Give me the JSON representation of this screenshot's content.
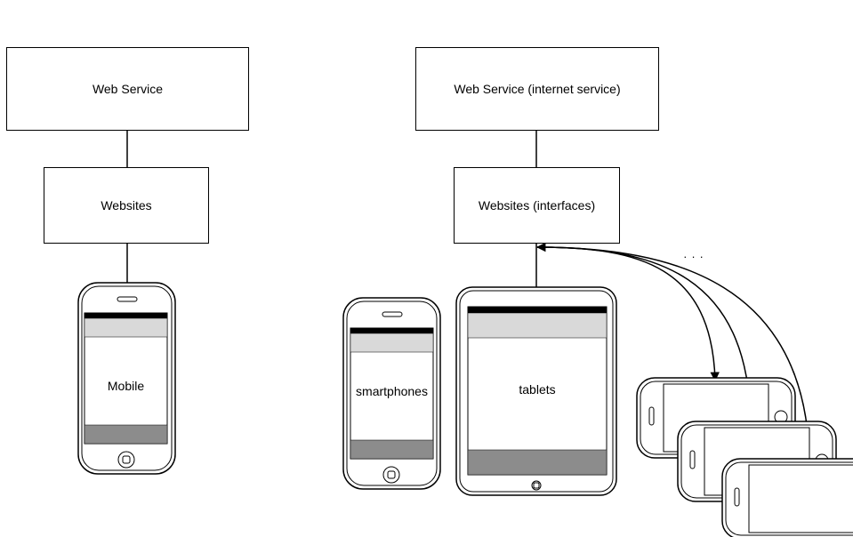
{
  "left": {
    "web_service": "Web Service",
    "websites": "Websites",
    "mobile": "Mobile"
  },
  "right": {
    "web_service": "Web Service (internet service)",
    "websites": "Websites (interfaces)",
    "smartphones": "smartphones",
    "tablets": "tablets",
    "ellipsis": ". . ."
  },
  "colors": {
    "stroke": "#000000",
    "screen_top_bar": "#000000",
    "screen_header": "#d9d9d9",
    "screen_footer": "#8c8c8c"
  }
}
